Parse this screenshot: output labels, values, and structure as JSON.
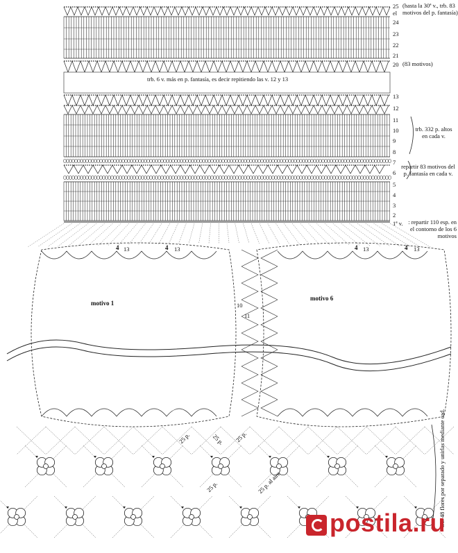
{
  "row_numbers": [
    "25",
    "24",
    "23",
    "22",
    "21",
    "20",
    "13",
    "12",
    "11",
    "10",
    "9",
    "8",
    "7",
    "6",
    "5",
    "4",
    "3",
    "2",
    "1ª v."
  ],
  "notes": {
    "row25": "(hasta la 30ª v., trb. 83 motivos del p. fantasía)",
    "row25_prefix": "el",
    "row20": "(83 motivos)",
    "repeat": "trb. 6 v. más en p. fantasía, es decir repitiendo las v. 12 y 13",
    "rows8_11": "trb. 332 p. altos en cada v.",
    "rows5_7": "repartir 83 motivos del p. fantasía en cada v.",
    "row1": ": repartir 110 esp. en el contorno de los 6 motivos",
    "flowers": "trb. 48 flores por separado y unirlas mediante cad."
  },
  "labels": {
    "motivo1": "motivo 1",
    "motivo6": "motivo 6",
    "four_a": "4",
    "thirteen_a": "13",
    "four_b": "4",
    "thirteen_b": "13",
    "four_c": "4",
    "thirteen_c": "13",
    "four_d": "4",
    "thirteen_d": "13",
    "ten": "10",
    "eleven": "11",
    "p25_a": "25 p.",
    "p25_b": "25 p.",
    "p25_c": "25 p.",
    "p25_d": "25 p.",
    "p25_e": "25 p. al aire"
  },
  "watermark": "postila.ru",
  "colors": {
    "ink": "#222222",
    "watermark": "#c9252c"
  }
}
